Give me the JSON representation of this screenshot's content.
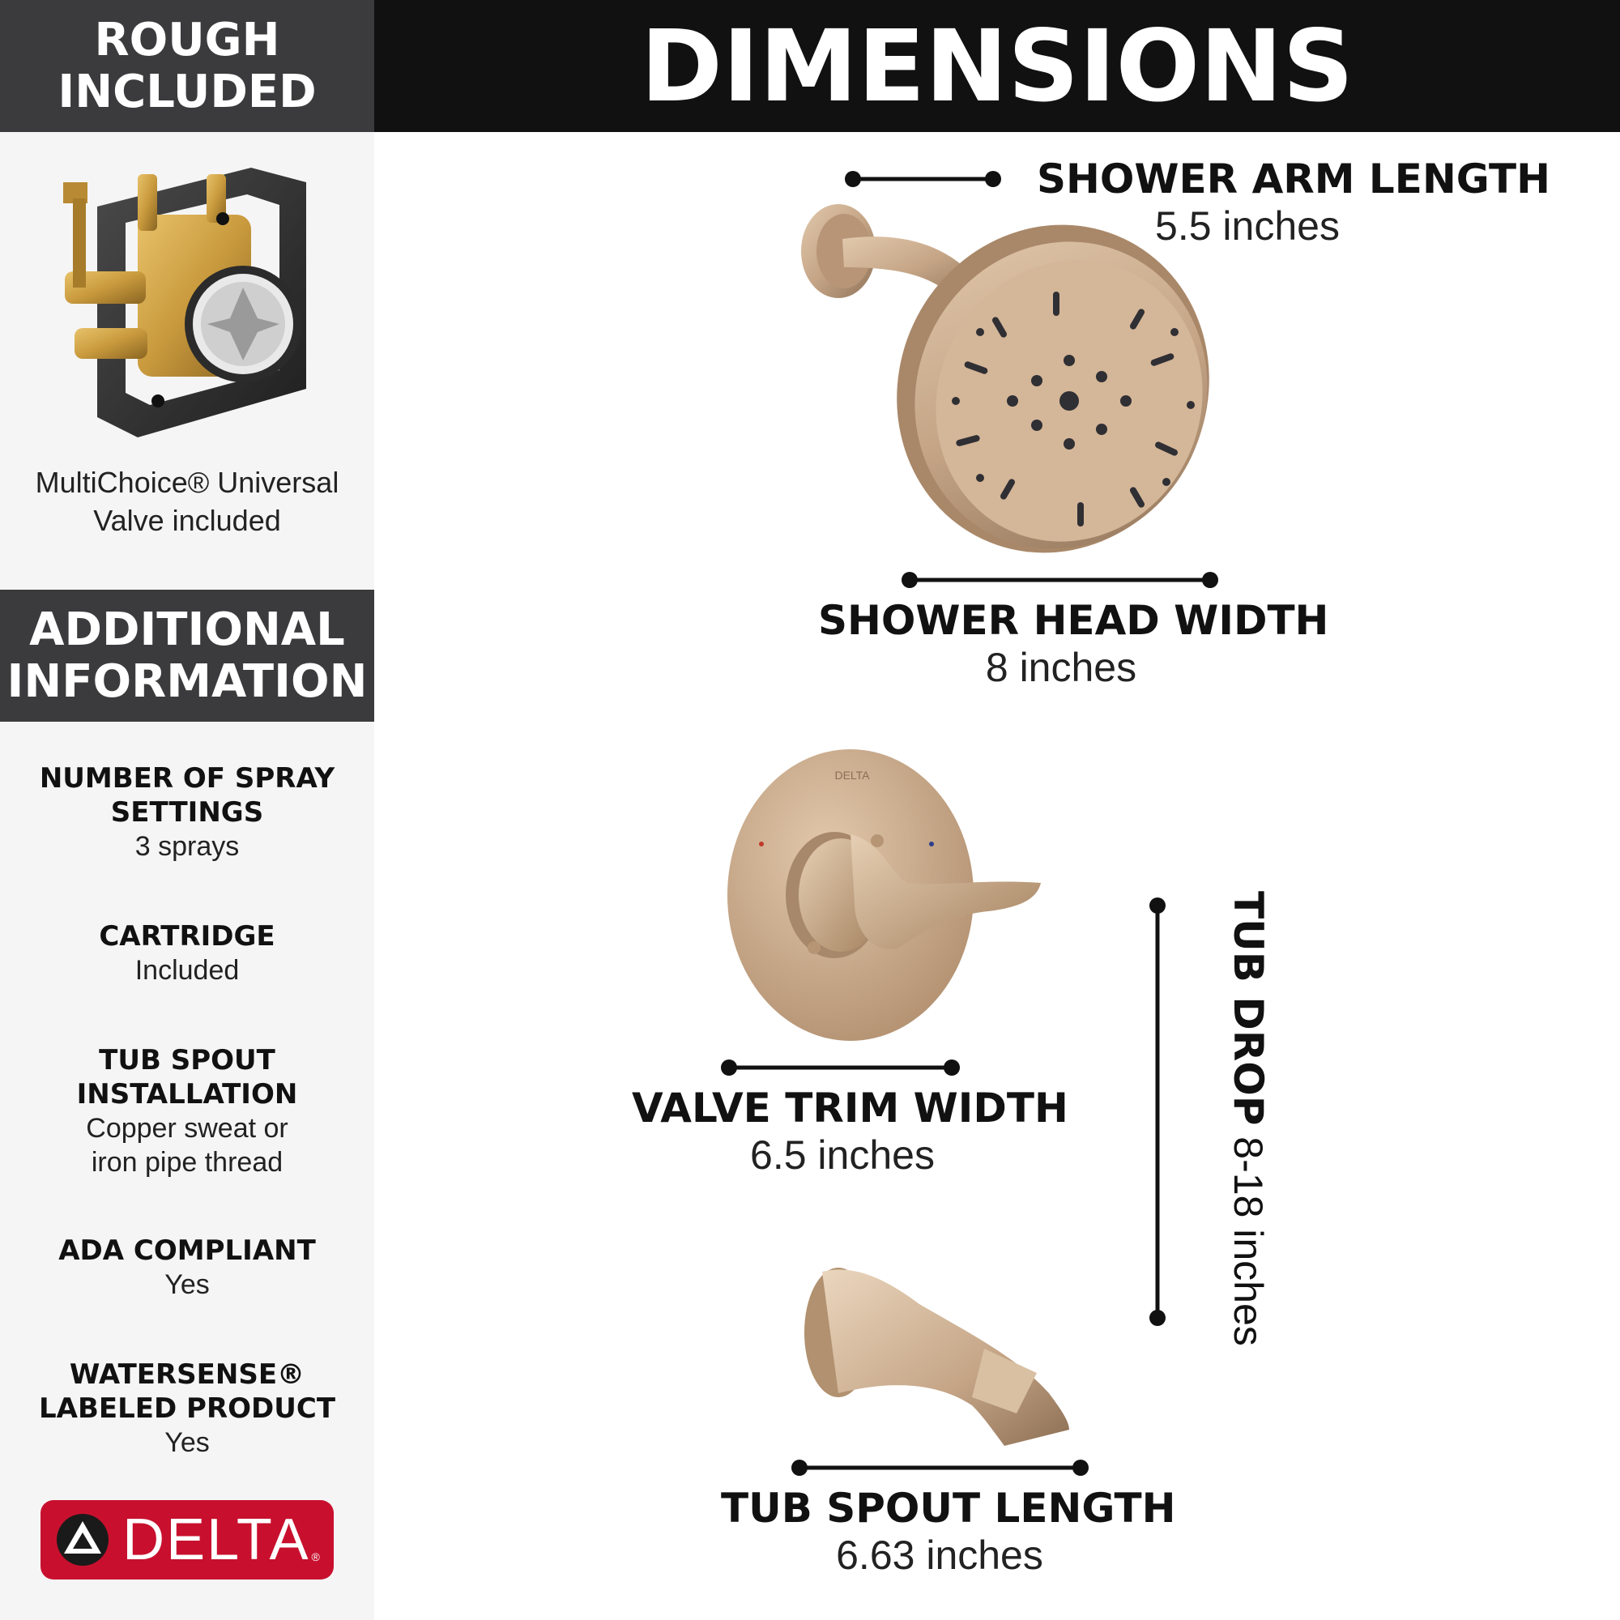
{
  "header": {
    "left_title_line1": "ROUGH",
    "left_title_line2": "INCLUDED",
    "main_title": "DIMENSIONS"
  },
  "rough": {
    "caption_line1": "MultiChoice® Universal",
    "caption_line2": "Valve included"
  },
  "additional": {
    "title_line1": "ADDITIONAL",
    "title_line2": "INFORMATION",
    "items": [
      {
        "label_line1": "NUMBER OF SPRAY",
        "label_line2": "SETTINGS",
        "value_line1": "3 sprays",
        "value_line2": ""
      },
      {
        "label_line1": "CARTRIDGE",
        "label_line2": "",
        "value_line1": "Included",
        "value_line2": ""
      },
      {
        "label_line1": "TUB SPOUT",
        "label_line2": "INSTALLATION",
        "value_line1": "Copper sweat or",
        "value_line2": "iron pipe thread"
      },
      {
        "label_line1": "ADA COMPLIANT",
        "label_line2": "",
        "value_line1": "Yes",
        "value_line2": ""
      },
      {
        "label_line1": "WATERSENSE®",
        "label_line2": "LABELED PRODUCT",
        "value_line1": "Yes",
        "value_line2": ""
      }
    ]
  },
  "logo": {
    "text": "DELTA",
    "reg": "®"
  },
  "dimensions": {
    "shower_arm": {
      "label": "SHOWER ARM LENGTH",
      "value": "5.5 inches"
    },
    "shower_head": {
      "label": "SHOWER HEAD WIDTH",
      "value": "8 inches"
    },
    "valve_trim": {
      "label": "VALVE TRIM WIDTH",
      "value": "6.5 inches"
    },
    "tub_drop": {
      "label": "TUB DROP",
      "value": "8-18 inches"
    },
    "tub_spout": {
      "label": "TUB SPOUT LENGTH",
      "value": "6.63 inches"
    }
  },
  "trim_brand_text": "DELTA",
  "colors": {
    "header_dark": "#111111",
    "header_grey": "#3b3b3d",
    "brand_red": "#c8102e",
    "finish_champagne_bronze": "#c5a586"
  }
}
